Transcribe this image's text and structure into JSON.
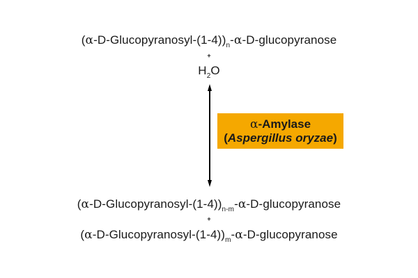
{
  "colors": {
    "enzyme_box": "#F5A800",
    "text": "#1a1a1a",
    "arrow": "#000000"
  },
  "reactants": {
    "substrate": {
      "prefix": "(",
      "alpha1": "α",
      "main": "-D-Glucopyranosyl-(1-4))",
      "subscript": "n",
      "dash": "-",
      "alpha2": "α",
      "suffix": "-D-glucopyranose"
    },
    "plus": "+",
    "water": {
      "h": "H",
      "subscript": "2",
      "o": "O"
    }
  },
  "enzyme": {
    "alpha": "α",
    "name": "-Amylase",
    "source_open": "(",
    "source": "Aspergillus oryzae",
    "source_close": ")"
  },
  "arrow": {
    "type": "double-headed-vertical"
  },
  "products": {
    "product1": {
      "prefix": "(",
      "alpha1": "α",
      "main": "-D-Glucopyranosyl-(1-4))",
      "subscript": "n-m",
      "dash": "-",
      "alpha2": "α",
      "suffix": "-D-glucopyranose"
    },
    "plus": "+",
    "product2": {
      "prefix": "(",
      "alpha1": "α",
      "main": "-D-Glucopyranosyl-(1-4))",
      "subscript": "m",
      "dash": "-",
      "alpha2": "α",
      "suffix": "-D-glucopyranose"
    }
  }
}
